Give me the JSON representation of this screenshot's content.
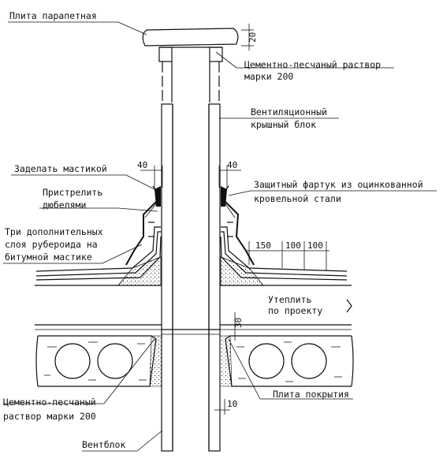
{
  "labels": {
    "parapet_slab": "Плита парапетная",
    "mortar_top_line1": "Цементно-песчаный раствор",
    "mortar_top_line2": "марки 200",
    "vent_block_line1": "Вентиляционный",
    "vent_block_line2": "крышный блок",
    "seal_mastic": "Заделать мастикой",
    "apron_line1": "Защитный фартук из оцинкованной",
    "apron_line2": "кровельной стали",
    "dowels_line1": "Пристрелить",
    "dowels_line2": "дюбелями",
    "roofing_line1": "Три дополнительных",
    "roofing_line2": "слоя рубероида на",
    "roofing_line3": "битумной мастике",
    "insulate_line1": "Утеплить",
    "insulate_line2": "по проекту",
    "mortar_bottom_line1": "Цементно-песчаный",
    "mortar_bottom_line2": "раствор марки 200",
    "roof_slab": "Плита покрытия",
    "vent_unit": "Вентблок"
  },
  "dimensions": {
    "slab_thickness": "20",
    "gap_left": "40",
    "gap_right": "40",
    "step_1": "150",
    "step_2": "100",
    "step_3": "100",
    "mortar_height": "30",
    "bottom_gap": "10"
  }
}
